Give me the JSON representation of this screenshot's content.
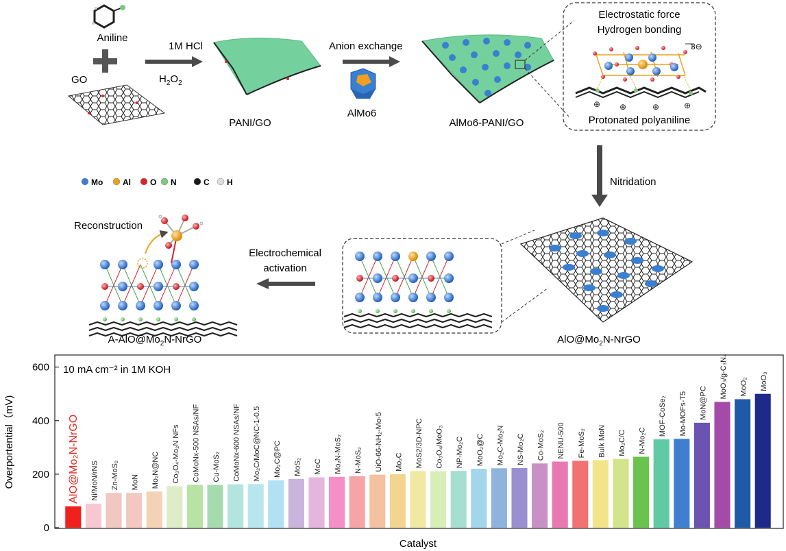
{
  "scheme": {
    "aniline": "Aniline",
    "go": "GO",
    "hcl": "1M HCl",
    "h2o2_main": "H",
    "h2o2_sub": "2",
    "h2o2_end": "O",
    "h2o2_sub2": "2",
    "pani_go": "PANI/GO",
    "anion_exchange": "Anion exchange",
    "almo6": "AlMo6",
    "almo6_pani_go": "AlMo6-PANI/GO",
    "electrostatic": "Electrostatic force",
    "hbond": "Hydrogen bonding",
    "charge": "3⊖",
    "protonated": "Protonated polyaniline",
    "nitridation": "Nitridation",
    "electrochem_1": "Electrochemical",
    "electrochem_2": "activation",
    "reconstruction": "Reconstruction",
    "aio_product": "AlO@Mo",
    "aio_product_sub": "2",
    "aio_product_end": "N-NrGO",
    "a_aio_product": "A-AlO@Mo",
    "a_aio_product_sub": "2",
    "a_aio_product_end": "N-NrGO",
    "legend": [
      {
        "symbol": "Mo",
        "color": "#3a7fd0"
      },
      {
        "symbol": "Al",
        "color": "#e8a21c"
      },
      {
        "symbol": "O",
        "color": "#d8242a"
      },
      {
        "symbol": "N",
        "color": "#7cc97c"
      },
      {
        "symbol": "C",
        "color": "#1a1a1a"
      },
      {
        "symbol": "H",
        "color": "#dddddd"
      }
    ]
  },
  "chart_data": {
    "type": "bar",
    "annotation": "10 mA cm⁻² in 1M KOH",
    "xlabel": "Catalyst",
    "ylabel": "Overportential（mV)",
    "ylim": [
      0,
      640
    ],
    "yticks": [
      0,
      200,
      400,
      600
    ],
    "categories": [
      "AlO@Mo₂N-NrGO",
      "Ni/MoN/rNS",
      "Zn-MoS₂",
      "MoN",
      "Mo₂N@NC",
      "Co₃O₄-Mo₂N NFs",
      "CoMoNx-500 NSAs/NF",
      "Cu-MoS₂",
      "CoMoNx-600 NSAs/NF",
      "Mo₂C/MoC@NC-1-0.5",
      "Mo₂C@PC",
      "MoS₂",
      "MoC",
      "Mo₂N-MoS₂",
      "N-MoS₂",
      "UiO-66-NH₂-Mo-5",
      "Mo₂C",
      "MoS2/3D-NPC",
      "Co₃O₄/MoO₃",
      "NP-Mo₂C",
      "MoO₂@C",
      "Mo₂C-Mo₂N",
      "NS-Mo₂C",
      "Co-MoS₂",
      "NENU-500",
      "Fe-MoS₂",
      "Bulk MoN",
      "Mo₂C/C",
      "N-Mo₂C",
      "MOF-CoSe₂",
      "Mo-MOFs-T5",
      "MoN@PC",
      "MoO₃/g-C₃N₄",
      "MoO₂",
      "MoO₃"
    ],
    "values": [
      80,
      90,
      130,
      130,
      135,
      155,
      160,
      160,
      162,
      163,
      177,
      182,
      188,
      190,
      192,
      198,
      200,
      212,
      211,
      212,
      220,
      222,
      223,
      240,
      247,
      250,
      252,
      257,
      265,
      330,
      332,
      392,
      470,
      480,
      500
    ],
    "colors": [
      "#f0201d",
      "#f7c8d0",
      "#f1c7c0",
      "#f3c8c1",
      "#f4d3b4",
      "#dcedc8",
      "#b9e2a5",
      "#a6dbb0",
      "#b3e4dd",
      "#b7e6ee",
      "#b2e1f5",
      "#c9b4dd",
      "#e5b5de",
      "#f68fc7",
      "#f6a4a6",
      "#f5c2a0",
      "#f3d590",
      "#f1e9a3",
      "#d7eeb7",
      "#a6dfcf",
      "#a2d6ea",
      "#8fb3de",
      "#9a8fd0",
      "#c990c5",
      "#e979b0",
      "#f27272",
      "#f2e487",
      "#d3e58b",
      "#69c34d",
      "#61c9a3",
      "#3e7fd0",
      "#6b52b3",
      "#a54aa8",
      "#1e5aa8",
      "#1e2a8a"
    ]
  }
}
